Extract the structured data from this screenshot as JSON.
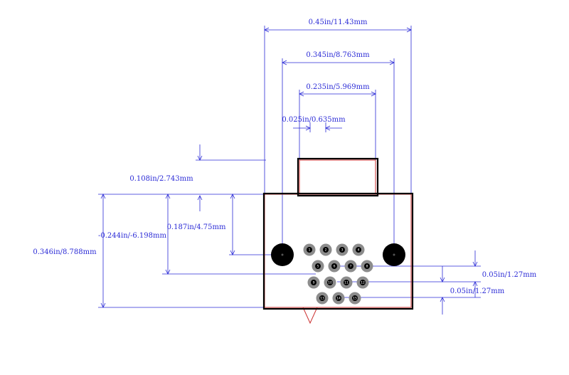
{
  "dimensions": {
    "overall_width": "0.45in/11.43mm",
    "mount_hole_spacing": "0.345in/8.763mm",
    "tab_width": "0.235in/5.969mm",
    "pin_pitch_small": "0.025in/0.635mm",
    "tab_height": "0.108in/2.743mm",
    "hole_offset": "-0.244in/-6.198mm",
    "row_offset": "0.187in/4.75mm",
    "overall_height": "0.346in/8.788mm",
    "row_pitch_1": "0.05in/1.27mm",
    "row_pitch_2": "0.05in/1.27mm"
  },
  "pins": {
    "row1": [
      "1",
      "2",
      "3",
      "4"
    ],
    "row2": [
      "5",
      "6",
      "7",
      "8"
    ],
    "row3": [
      "9",
      "10",
      "11",
      "12"
    ],
    "row4": [
      "13",
      "14",
      "15"
    ]
  },
  "colors": {
    "dimension": "#2a2ad6",
    "outline": "#000000",
    "courtyard": "#cc3333",
    "pad": "#8c8c8c",
    "mount_hole": "#000000"
  }
}
